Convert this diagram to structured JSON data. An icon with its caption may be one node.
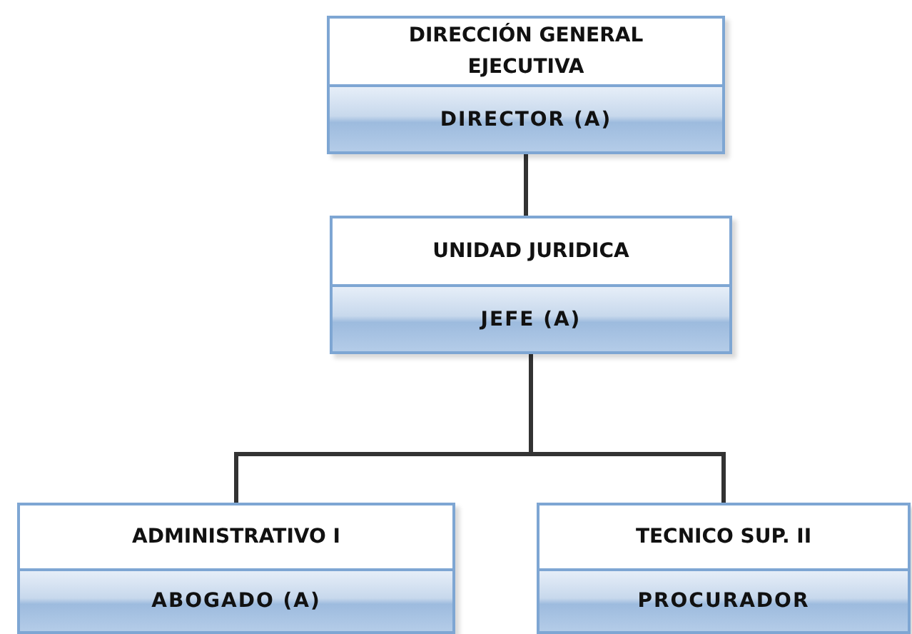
{
  "diagram": {
    "nodes": [
      {
        "text": [
          "DIRECCIÓN GENERAL EJECUTIVA",
          "DIRECTOR (A)"
        ]
      },
      {
        "text": [
          "UNIDAD JURIDICA",
          "JEFE (A)"
        ]
      },
      {
        "text": [
          "ADMINISTRATIVO I",
          "ABOGADO (A)"
        ]
      },
      {
        "text": [
          "TECNICO SUP. II",
          "PROCURADOR"
        ]
      }
    ],
    "edges": [
      {
        "from": 0,
        "to": 1,
        "arrow": "none"
      },
      {
        "from": 1,
        "to": 2,
        "arrow": "none"
      },
      {
        "from": 1,
        "to": 3,
        "arrow": "none"
      }
    ]
  }
}
